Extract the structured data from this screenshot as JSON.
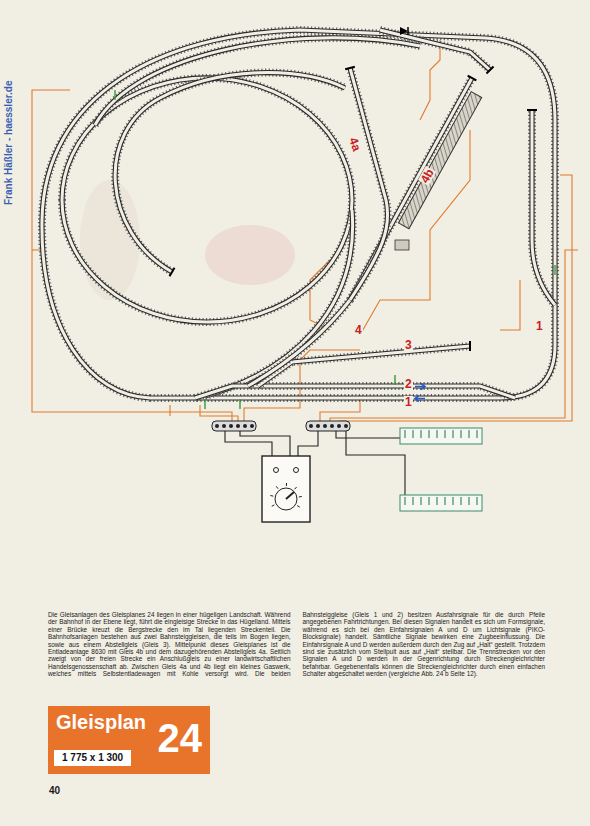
{
  "diagram": {
    "nodes": [
      {
        "text": [
          "Gleisplan",
          "1 775 x 1 300",
          "24"
        ]
      }
    ],
    "labels": [
      "Frank Häßler - haessler.de",
      "4a",
      "4b",
      "4",
      "3",
      "2",
      "1",
      "1",
      "Die Gleisanlagen des Gleisplanes 24 liegen in einer hügeligen Landschaft. Während der Bahnhof in der Ebene liegt, führt die eingleisige Strecke in das Hügelland. Mittels einer Brücke kreuzt die Bergstrecke den im Tal liegenden Streckenteil. Die Bahnhofsanlagen bestehen aus zwei Bahnsteiggleisen, die teils im Bogen liegen, sowie aus einem Abstellgleis (Gleis 3). Mittelpunkt dieses Gleisplanes ist die Entladeanlage 8630 mit Gleis 4b und dem dazugehörenden Abstellgleis 4a. Seitlich zweigt von der freien Strecke ein Anschlußgleis zu einer landwirtschaftlichen Handelsgenossenschaft ab. Zwischen Gleis 4a und 4b liegt ein kleines Gaswerk, welches mittels Selbstentladewagen mit Kohle versorgt wird. Die beiden Bahnsteiggleise (Gleis 1 und 2) besitzen Ausfahrsignale für die durch Pfeile angegebenen Fahrtrichtungen. Bei diesen Signalen handelt es sich um Formsignale, während es sich bei den Einfahrsignalen A und D um Lichtsignale (PIKO-Blocksignale) handelt. Sämtliche Signale bewirken eine Zugbeeinflussung. Die Einfahrsignale A und D werden außerdem durch den Zug auf „Halt“ gestellt. Trotzdem sind sie zusätzlich vom Stellpult aus auf „Halt“ stellbar. Die Trennstrecken vor den Signalen A und D werden in der Gegenrichtung durch Streckengleichrichter befahrbar. Gegebenenfalls können die Streckengleichrichter durch einen einfachen Schalter abgeschaltet werden (vergleiche Abb. 24 b Seite 12).",
      "40"
    ]
  }
}
